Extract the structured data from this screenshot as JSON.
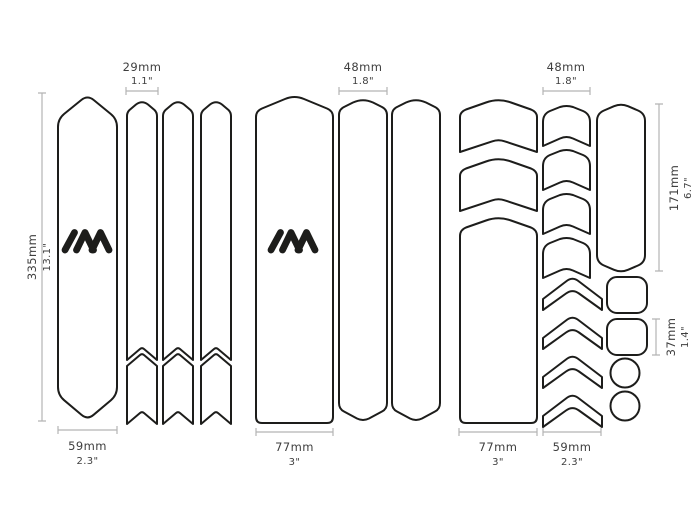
{
  "diagram": {
    "description": "Bike frame protection kit cutting diagram with dimensioned pieces",
    "background": "#ffffff",
    "colors": {
      "outline": "#1d1d1b",
      "dimension_line": "#b4b4b4",
      "label_text": "#3e3e3e",
      "logo": "#1d1d1b"
    }
  },
  "annotations": {
    "small_strips_width": {
      "mm": "29mm",
      "inch": "1.1\""
    },
    "left_guard_height": {
      "mm": "335mm",
      "inch": "13.1\""
    },
    "left_guard_width": {
      "mm": "59mm",
      "inch": "2.3\""
    },
    "center_strips_width": {
      "mm": "48mm",
      "inch": "1.8\""
    },
    "center_guard_width": {
      "mm": "77mm",
      "inch": "3\""
    },
    "right_chevrons_width": {
      "mm": "77mm",
      "inch": "3\""
    },
    "right_arrows_width": {
      "mm": "59mm",
      "inch": "2.3\""
    },
    "right_strips_width": {
      "mm": "48mm",
      "inch": "1.8\""
    },
    "right_bar_height": {
      "mm": "171mm",
      "inch": "6.7\""
    },
    "right_square_height": {
      "mm": "37mm",
      "inch": "1.4\""
    }
  }
}
